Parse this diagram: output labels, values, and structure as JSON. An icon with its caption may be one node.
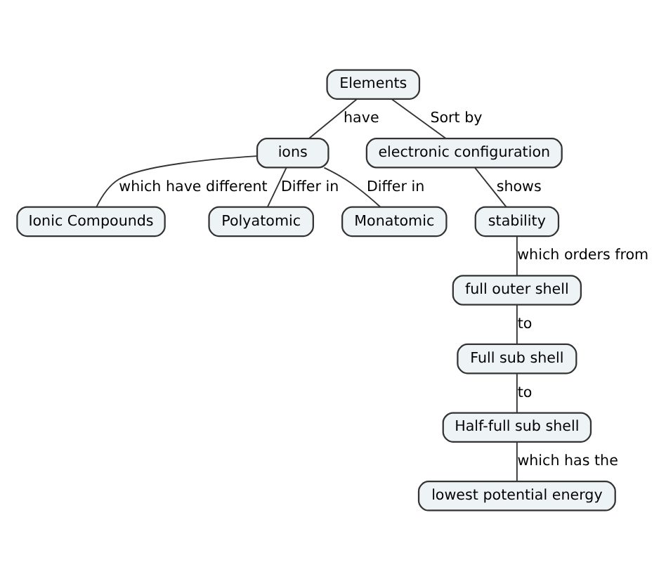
{
  "diagram": {
    "nodes": [
      {
        "text": [
          "Elements"
        ]
      },
      {
        "text": [
          "ions"
        ]
      },
      {
        "text": [
          "electronic configuration"
        ]
      },
      {
        "text": [
          "Ionic Compounds"
        ]
      },
      {
        "text": [
          "Polyatomic"
        ]
      },
      {
        "text": [
          "Monatomic"
        ]
      },
      {
        "text": [
          "stability"
        ]
      },
      {
        "text": [
          "full outer shell"
        ]
      },
      {
        "text": [
          "Full sub shell"
        ]
      },
      {
        "text": [
          "Half-full sub shell"
        ]
      },
      {
        "text": [
          "lowest potential energy"
        ]
      }
    ],
    "edges": [
      {
        "from": 0,
        "to": 1,
        "arrow": "none",
        "label": "have"
      },
      {
        "from": 0,
        "to": 2,
        "arrow": "none",
        "label": "Sort by"
      },
      {
        "from": 1,
        "to": 3,
        "arrow": "none",
        "label": "which have different"
      },
      {
        "from": 1,
        "to": 4,
        "arrow": "none",
        "label": "Differ in"
      },
      {
        "from": 1,
        "to": 5,
        "arrow": "none",
        "label": "Differ in"
      },
      {
        "from": 2,
        "to": 6,
        "arrow": "none",
        "label": "shows"
      },
      {
        "from": 6,
        "to": 7,
        "arrow": "none",
        "label": "which orders from"
      },
      {
        "from": 7,
        "to": 8,
        "arrow": "none",
        "label": "to"
      },
      {
        "from": 8,
        "to": 9,
        "arrow": "none",
        "label": "to"
      },
      {
        "from": 9,
        "to": 10,
        "arrow": "none",
        "label": "which has the"
      }
    ]
  }
}
